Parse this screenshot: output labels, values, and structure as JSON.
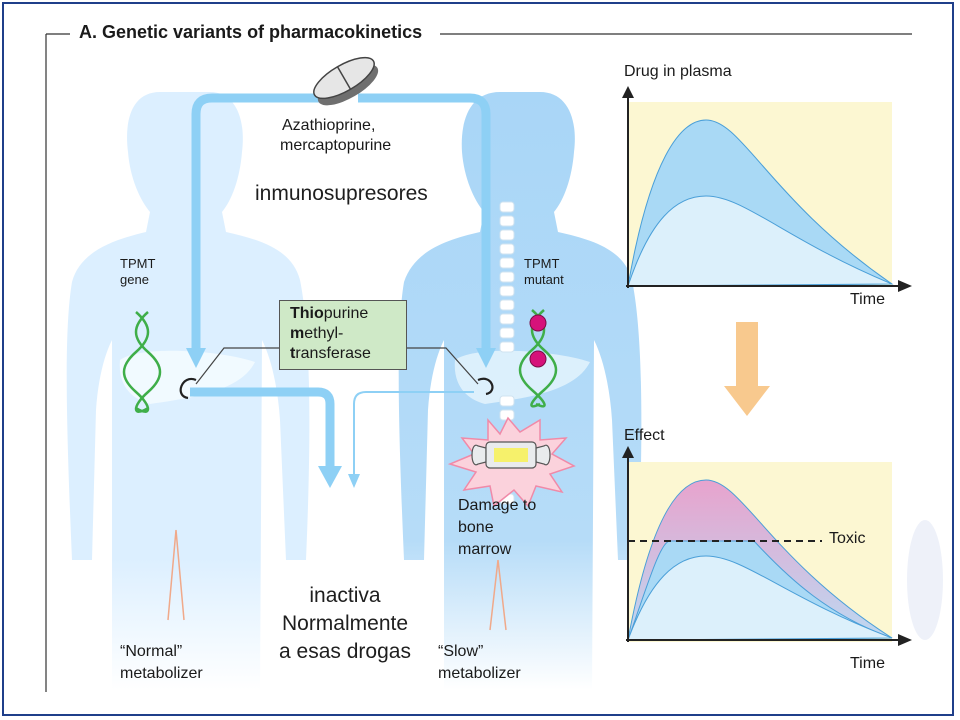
{
  "title": "A. Genetic variants of pharmacokinetics",
  "drug": {
    "line1": "Azathioprine,",
    "line2": "mercaptopurine"
  },
  "annotations": {
    "inmuno": "inmunosupresores",
    "inactiva_1": "inactiva",
    "inactiva_2": "Normalmente",
    "inactiva_3": "a esas drogas"
  },
  "normal_person": {
    "gene_line1": "TPMT",
    "gene_line2": "gene",
    "type_line1": "“Normal”",
    "type_line2": "metabolizer"
  },
  "slow_person": {
    "gene_line1": "TPMT",
    "gene_line2": "mutant",
    "type_line1": "“Slow”",
    "type_line2": "metabolizer",
    "damage_line1": "Damage to",
    "damage_line2": "bone",
    "damage_line3": "marrow"
  },
  "enzyme": {
    "line1_bold": "Thio",
    "line1_rest": "purine",
    "line2_bold": "m",
    "line2_rest": "ethyl-",
    "line3_bold": "t",
    "line3_rest": "ransferase"
  },
  "plasma_chart": {
    "ylabel": "Drug in plasma",
    "xlabel": "Time"
  },
  "effect_chart": {
    "ylabel": "Effect",
    "xlabel": "Time",
    "threshold_label": "Toxic"
  },
  "colors": {
    "body_normal": "#dcefff",
    "body_slow": "#a9d6f7",
    "arrow_blue": "#8ed0f5",
    "chart_bg": "#fcf7d2",
    "curve_fill": "#a9d9f5",
    "toxic_pink": "#e6a6cf",
    "down_arrow": "#f8c98e",
    "dna_green": "#3fae49",
    "mutation_magenta": "#d6127a",
    "frame": "#1f3f8a"
  }
}
